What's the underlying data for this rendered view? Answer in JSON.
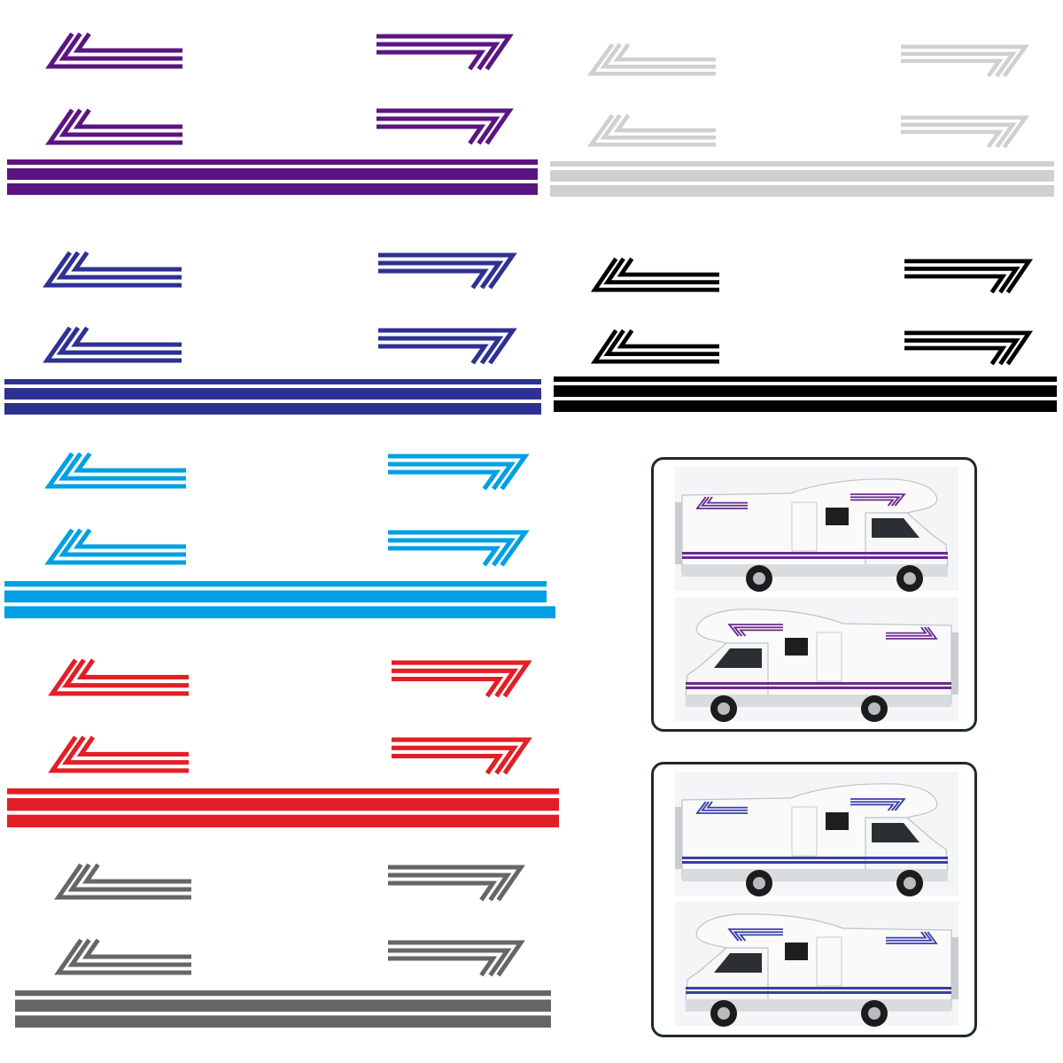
{
  "decal_sets": [
    {
      "name": "purple",
      "color": "#5b1580"
    },
    {
      "name": "light-grey",
      "color": "#d0d0d0"
    },
    {
      "name": "blue",
      "color": "#2e3192"
    },
    {
      "name": "black",
      "color": "#000000"
    },
    {
      "name": "cyan",
      "color": "#00a0e3"
    },
    {
      "name": "red",
      "color": "#e21f26"
    },
    {
      "name": "grey",
      "color": "#666666"
    }
  ],
  "preview_panels": [
    {
      "name": "purple-preview",
      "stripe_color": "#6a2a8e"
    },
    {
      "name": "blue-preview",
      "stripe_color": "#3a3fa8"
    }
  ]
}
